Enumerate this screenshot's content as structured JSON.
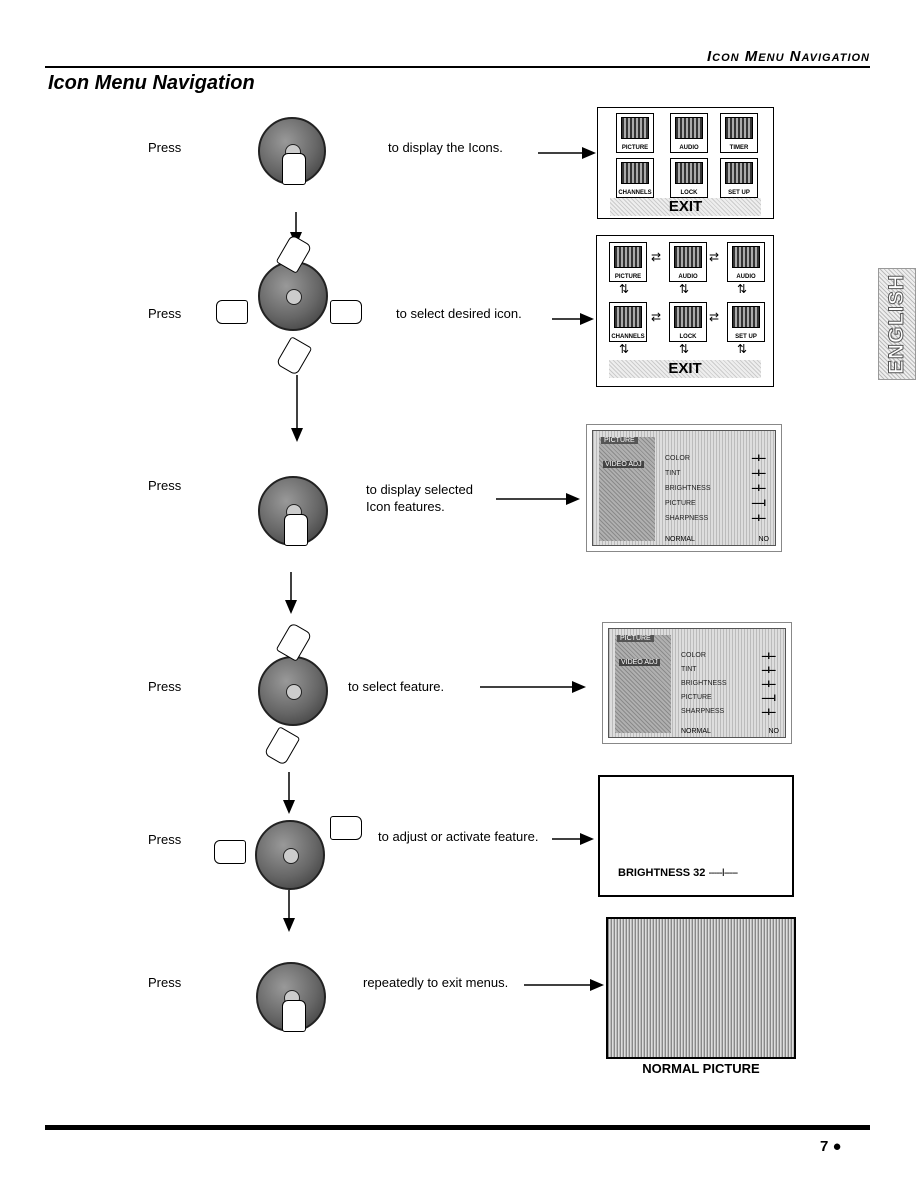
{
  "header": {
    "section_title": "Icon Menu Navigation",
    "page_title": "Icon Menu Navigation"
  },
  "language_tab": "ENGLISH",
  "steps": [
    {
      "press": "Press",
      "instruction": "to display the Icons."
    },
    {
      "press": "Press",
      "instruction": "to select desired icon."
    },
    {
      "press": "Press",
      "instruction": "to display selected Icon features."
    },
    {
      "press": "Press",
      "instruction": "to select feature."
    },
    {
      "press": "Press",
      "instruction": "to adjust or activate feature."
    },
    {
      "press": "Press",
      "instruction": "repeatedly to exit menus."
    }
  ],
  "icon_menu": {
    "icons_1": [
      "PICTURE",
      "AUDIO",
      "TIMER",
      "CHANNELS",
      "LOCK",
      "SET UP"
    ],
    "icons_2": [
      "PICTURE",
      "AUDIO",
      "AUDIO",
      "CHANNELS",
      "LOCK",
      "SET UP"
    ],
    "exit": "EXIT"
  },
  "picture_menu": {
    "tab": "PICTURE",
    "left_item": "VIDEO ADJ",
    "items": [
      "COLOR",
      "TINT",
      "BRIGHTNESS",
      "PICTURE",
      "SHARPNESS"
    ],
    "bars": [
      "---I---",
      "---I---",
      "---I---",
      "------I",
      "---I---"
    ],
    "footer_label": "NORMAL",
    "footer_value": "NO"
  },
  "adjust_display": {
    "label": "BRIGHTNESS 32",
    "bar": "-----I-----"
  },
  "normal_caption": "NORMAL PICTURE",
  "page_number": "7 ●"
}
